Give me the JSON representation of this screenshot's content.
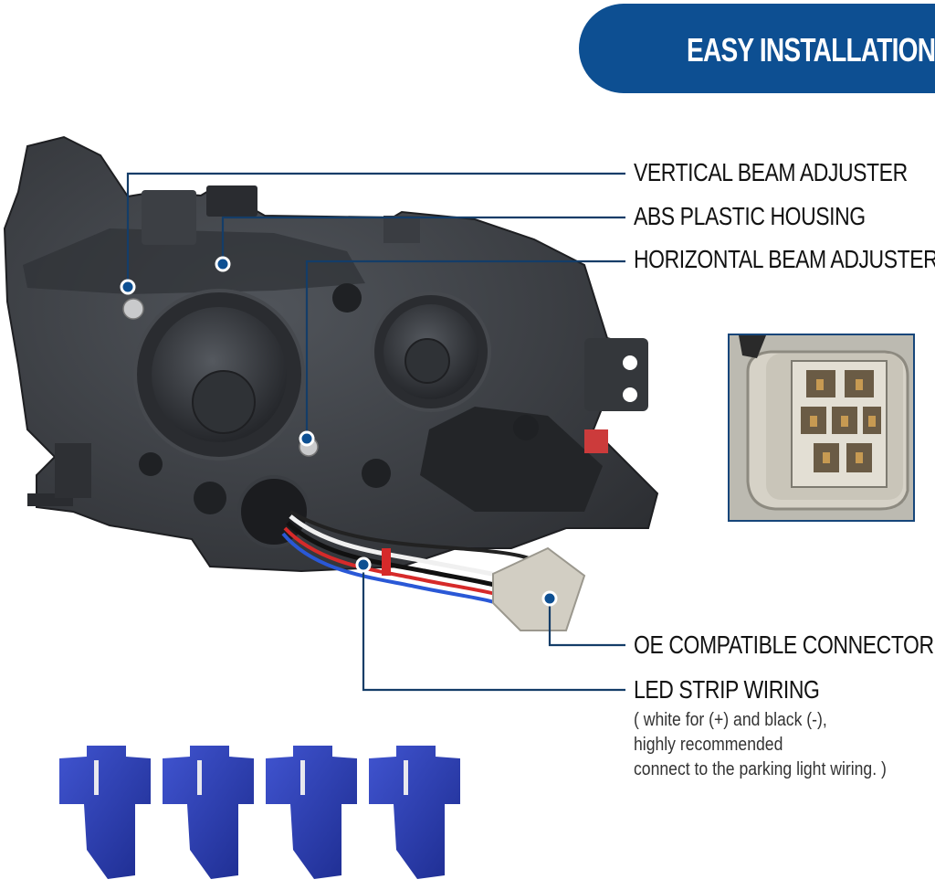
{
  "banner": {
    "title": "EASY INSTALLATION",
    "color": "#0d4f92"
  },
  "callouts": {
    "vertical_beam": "VERTICAL BEAM ADJUSTER",
    "abs_housing": "ABS PLASTIC HOUSING",
    "horizontal_beam": "HORIZONTAL BEAM ADJUSTER",
    "oe_connector": "OE COMPATIBLE CONNECTOR",
    "led_strip": "LED STRIP WIRING",
    "led_note": [
      "( white for (+) and black (-),",
      "highly recommended",
      "connect to the parking light wiring. )"
    ]
  },
  "colors": {
    "leader_line": "#143d68",
    "dot": "#0d4f92",
    "housing": "#3a3d42",
    "clips": "#2d3fb6"
  }
}
